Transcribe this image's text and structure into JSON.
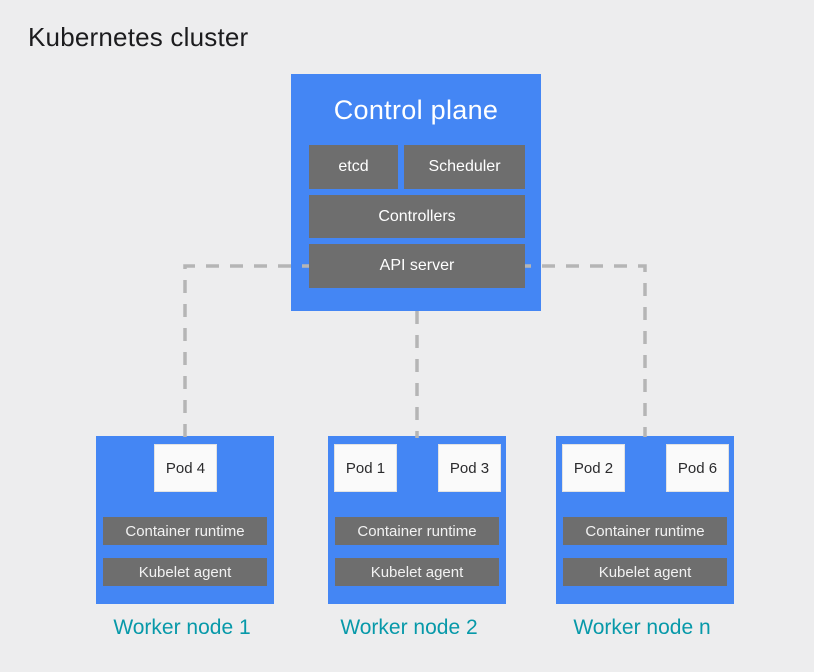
{
  "diagram": {
    "title": "Kubernetes cluster"
  },
  "colors": {
    "background": "#ededee",
    "node_blue": "#4486f4",
    "component_gray": "#6e6e6e",
    "pod_white": "#fafafa",
    "label_teal": "#0799a9",
    "connector_gray": "#b5b5b5"
  },
  "control_plane": {
    "title": "Control plane",
    "components": [
      {
        "label": "etcd"
      },
      {
        "label": "Scheduler"
      },
      {
        "label": "Controllers"
      },
      {
        "label": "API server"
      }
    ]
  },
  "worker_nodes": [
    {
      "label": "Worker node 1",
      "pods": [
        "Pod 4"
      ],
      "layers": [
        "Container runtime",
        "Kubelet agent"
      ]
    },
    {
      "label": "Worker node 2",
      "pods": [
        "Pod 1",
        "Pod 3"
      ],
      "layers": [
        "Container runtime",
        "Kubelet agent"
      ]
    },
    {
      "label": "Worker node n",
      "pods": [
        "Pod 2",
        "Pod 6"
      ],
      "layers": [
        "Container runtime",
        "Kubelet agent"
      ]
    }
  ]
}
